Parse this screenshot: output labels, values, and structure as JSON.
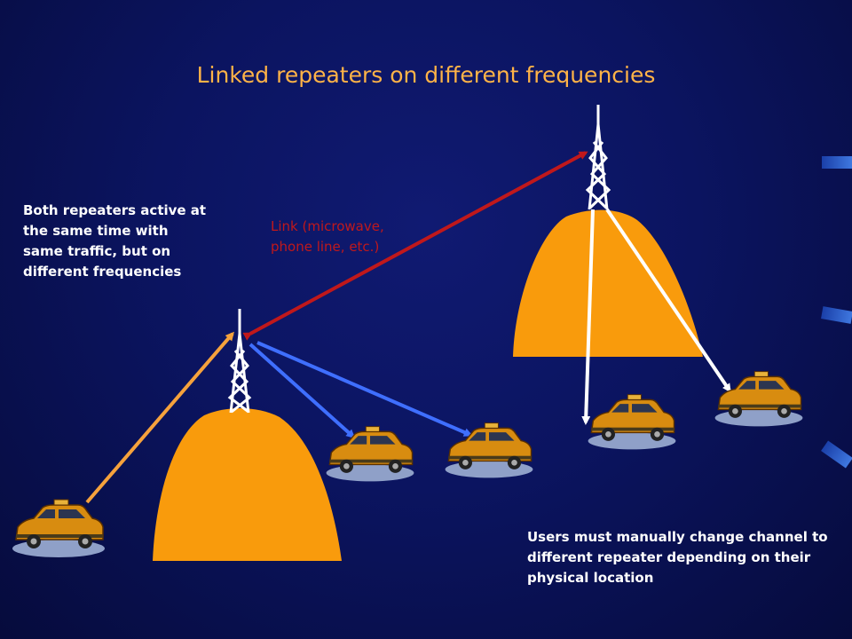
{
  "title": "Linked repeaters on different frequencies",
  "notes": {
    "left": "Both repeaters active at the same time with same traffic, but on different frequencies",
    "link": "Link (microwave, phone line, etc.)",
    "right": "Users must manually change channel to different repeater depending on their physical location"
  },
  "colors": {
    "background": "#0b1460",
    "title": "#ffb347",
    "hill": "#f99b0c",
    "link_arrow": "#c0181b",
    "uplink_arrow": "#f6a23c",
    "downlink_arrow": "#3f6fff",
    "tower": "#ffffff"
  },
  "icons": [
    "taxi-icon",
    "radio-tower-icon",
    "hill-icon"
  ]
}
